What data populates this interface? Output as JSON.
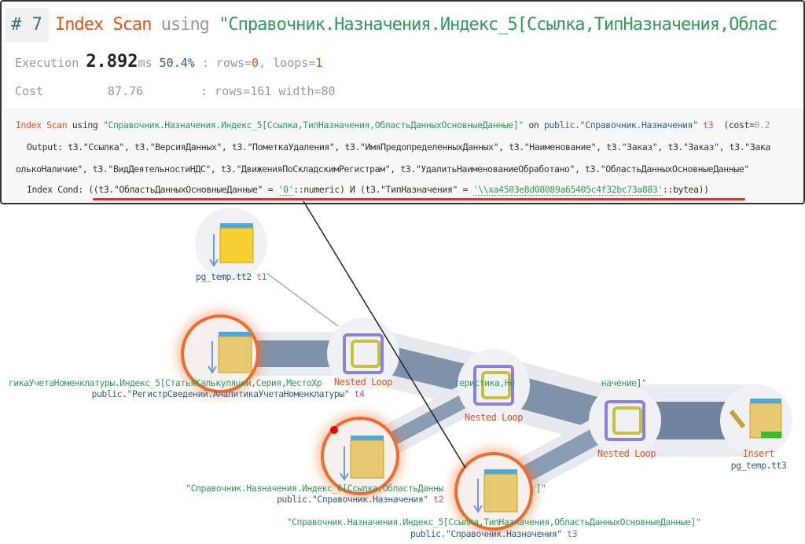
{
  "popup": {
    "node_number": "# 7",
    "title": {
      "op": "Index Scan",
      "using": "using",
      "index": "\"Справочник.Назначения.Индекс_5[Ссылка,ТипНазначения,Облас"
    },
    "execution": {
      "label": "Execution",
      "time": "2.892",
      "unit": "ms",
      "percent": "50.4%",
      "rows_label": ": rows=",
      "rows": "0",
      "loops_label": ", loops=",
      "loops": "1"
    },
    "cost": {
      "label": "Cost",
      "value": "87.76",
      "details": ": rows=161 width=80"
    },
    "plan": {
      "line1": {
        "op": "Index Scan",
        "using": "using",
        "index": "\"Справочник.Назначения.Индекс_5[Ссылка,ТипНазначения,ОбластьДанныхОсновныеДанные]\"",
        "on": "on",
        "schema": "public.",
        "table": "\"Справочник.Назначения\"",
        "alias": "t3",
        "cost": "(cost=",
        "cost_val": "0.2"
      },
      "line2": "Output: t3.\"Ссылка\", t3.\"ВерсияДанных\", t3.\"ПометкаУдаления\", t3.\"ИмяПредопределенныхДанных\", t3.\"Наименование\", t3.\"Заказ\", t3.\"Заказ\", t3.\"Зака",
      "line3": "олькоНаличие\", t3.\"ВидДеятельностиНДС\", t3.\"ДвиженияПоСкладскимРегистрам\", t3.\"УдалитьНаименованиеОбработано\", t3.\"ОбластьДанныхОсновныеДанные\"",
      "line4": {
        "a": "Index Cond: ((t3.\"ОбластьДанныхОсновныеДанные\" = ",
        "v1": "'0'",
        "b": "::numeric) И (t3.\"ТипНазначения\" = ",
        "v2": "'\\\\xa4503e8d08089a65405c4f32bc73a883'",
        "c": "::bytea))"
      }
    }
  },
  "diagram": {
    "t1": {
      "name": "pg_temp.tt2",
      "alias": "t1"
    },
    "t4": {
      "index": "гикаУчетаНоменклатуры.Индекс_5[СтатьяКалькуляции,Серия,МестоХр",
      "table": "public.\"РегистрСведений.АналитикаУчетаНоменклатуры\"",
      "alias": "t4"
    },
    "hidden_label": {
      "a": "теристика,Но",
      "b": "начение]\""
    },
    "nl1": "Nested Loop",
    "nl2": "Nested Loop",
    "nl3": "Nested Loop",
    "insert": {
      "op": "Insert",
      "table": "pg_temp.tt3"
    },
    "t2": {
      "index": "\"Справочник.Назначения.Индекс_6[Ссылка,ОбластьДанны",
      "index_end": "]\"",
      "table": "public.\"Справочник.Назначения\"",
      "alias": "t2"
    },
    "t3": {
      "index": "\"Справочник.Назначения.Индекс_5[Ссылка,ТипНазначения,ОбластьДанныхОсновныеДанные]\"",
      "table": "public.\"Справочник.Назначения\"",
      "alias": "t3"
    }
  },
  "colors": {
    "accent": "#e2541a",
    "green": "#2e9c5a",
    "blue": "#2f5e8e",
    "alias": "#c04bc0",
    "underline": "#e03030"
  }
}
